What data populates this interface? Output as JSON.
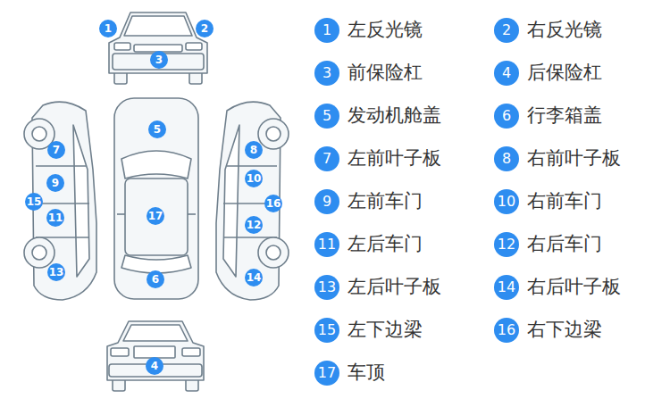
{
  "diagram": {
    "nodes": [
      {
        "text": [
          "1"
        ]
      },
      {
        "text": [
          "2"
        ]
      },
      {
        "text": [
          "3"
        ]
      },
      {
        "text": [
          "4"
        ]
      },
      {
        "text": [
          "5"
        ]
      },
      {
        "text": [
          "6"
        ]
      },
      {
        "text": [
          "7"
        ]
      },
      {
        "text": [
          "8"
        ]
      },
      {
        "text": [
          "9"
        ]
      },
      {
        "text": [
          "10"
        ]
      },
      {
        "text": [
          "11"
        ]
      },
      {
        "text": [
          "12"
        ]
      },
      {
        "text": [
          "13"
        ]
      },
      {
        "text": [
          "14"
        ]
      },
      {
        "text": [
          "15"
        ]
      },
      {
        "text": [
          "16"
        ]
      },
      {
        "text": [
          "17"
        ]
      },
      {
        "text": [
          "1",
          "左反光镜"
        ]
      },
      {
        "text": [
          "2",
          "右反光镜"
        ]
      },
      {
        "text": [
          "3",
          "前保险杠"
        ]
      },
      {
        "text": [
          "4",
          "后保险杠"
        ]
      },
      {
        "text": [
          "5",
          "发动机舱盖"
        ]
      },
      {
        "text": [
          "6",
          "行李箱盖"
        ]
      },
      {
        "text": [
          "7",
          "左前叶子板"
        ]
      },
      {
        "text": [
          "8",
          "右前叶子板"
        ]
      },
      {
        "text": [
          "9",
          "左前车门"
        ]
      },
      {
        "text": [
          "10",
          "右前车门"
        ]
      },
      {
        "text": [
          "11",
          "左后车门"
        ]
      },
      {
        "text": [
          "12",
          "右后车门"
        ]
      },
      {
        "text": [
          "13",
          "左后叶子板"
        ]
      },
      {
        "text": [
          "14",
          "右后叶子板"
        ]
      },
      {
        "text": [
          "15",
          "左下边梁"
        ]
      },
      {
        "text": [
          "16",
          "右下边梁"
        ]
      },
      {
        "text": [
          "17",
          "车顶"
        ]
      }
    ]
  }
}
